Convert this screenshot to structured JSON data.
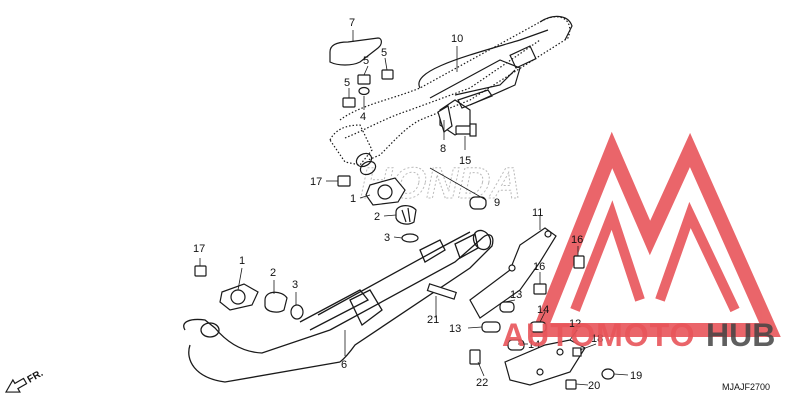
{
  "diagram": {
    "code": "MJAJF2700",
    "direction": "FR.",
    "watermark": {
      "left": "AUTOMOTO",
      "right": "HUB",
      "bg_text": "HONDA"
    },
    "colors": {
      "line": "#1a1a1a",
      "accent": "#e8555a",
      "watermark_dark": "#444444"
    },
    "labels": [
      {
        "id": "l7a",
        "text": "7"
      },
      {
        "id": "l10",
        "text": "10"
      },
      {
        "id": "l5a",
        "text": "5"
      },
      {
        "id": "l5b",
        "text": "5"
      },
      {
        "id": "l5c",
        "text": "5"
      },
      {
        "id": "l4",
        "text": "4"
      },
      {
        "id": "l8",
        "text": "8"
      },
      {
        "id": "l15",
        "text": "15"
      },
      {
        "id": "l17a",
        "text": "17"
      },
      {
        "id": "l1a",
        "text": "1"
      },
      {
        "id": "l2a",
        "text": "2"
      },
      {
        "id": "l3a",
        "text": "3"
      },
      {
        "id": "l9",
        "text": "9"
      },
      {
        "id": "l17b",
        "text": "17"
      },
      {
        "id": "l1b",
        "text": "1"
      },
      {
        "id": "l2b",
        "text": "2"
      },
      {
        "id": "l3b",
        "text": "3"
      },
      {
        "id": "l6",
        "text": "6"
      },
      {
        "id": "l11",
        "text": "11"
      },
      {
        "id": "l16a",
        "text": "16"
      },
      {
        "id": "l16b",
        "text": "16"
      },
      {
        "id": "l13a",
        "text": "13"
      },
      {
        "id": "l14a",
        "text": "14"
      },
      {
        "id": "l21",
        "text": "21"
      },
      {
        "id": "l13b",
        "text": "13"
      },
      {
        "id": "l14b",
        "text": "14"
      },
      {
        "id": "l12",
        "text": "12"
      },
      {
        "id": "l18",
        "text": "18"
      },
      {
        "id": "l22",
        "text": "22"
      },
      {
        "id": "l19",
        "text": "19"
      },
      {
        "id": "l20",
        "text": "20"
      }
    ]
  }
}
